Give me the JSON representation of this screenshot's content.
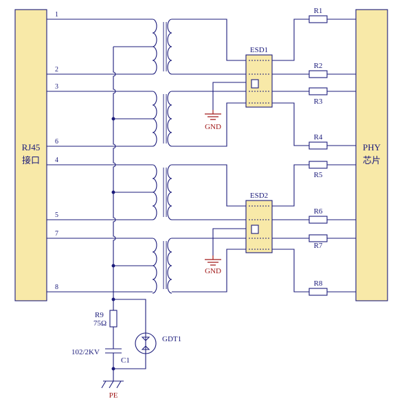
{
  "connectors": {
    "rj45": {
      "line1": "RJ45",
      "line2": "接口"
    },
    "phy": {
      "line1": "PHY",
      "line2": "芯片"
    }
  },
  "pins": [
    "1",
    "2",
    "3",
    "6",
    "4",
    "5",
    "7",
    "8"
  ],
  "resistors": [
    "R1",
    "R2",
    "R3",
    "R4",
    "R5",
    "R6",
    "R7",
    "R8"
  ],
  "esd": [
    "ESD1",
    "ESD2"
  ],
  "gnd": "GND",
  "r9": {
    "name": "R9",
    "value": "75Ω"
  },
  "c1": {
    "name": "C1",
    "value": "102/2KV"
  },
  "gdt": "GDT1",
  "pe": "PE"
}
